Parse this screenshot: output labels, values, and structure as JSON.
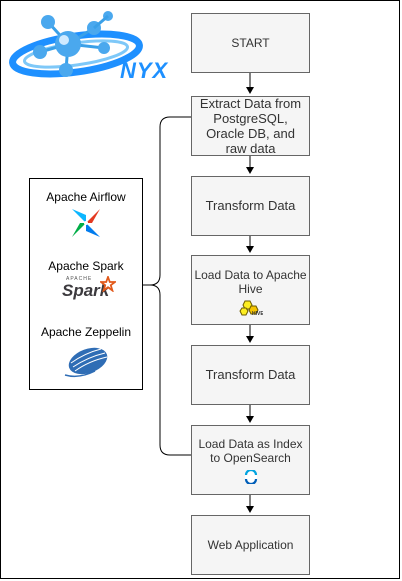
{
  "logo": {
    "text": "NYX"
  },
  "flow": {
    "steps": [
      {
        "label": "START"
      },
      {
        "label": "Extract Data from PostgreSQL, Oracle DB, and raw data"
      },
      {
        "label": "Transform Data"
      },
      {
        "label": "Load Data to Apache Hive",
        "icon": "hive-icon"
      },
      {
        "label": "Transform Data"
      },
      {
        "label": "Load Data as Index to OpenSearch",
        "icon": "opensearch-icon"
      },
      {
        "label": "Web Application"
      }
    ]
  },
  "tools": {
    "items": [
      {
        "label": "Apache Airflow",
        "icon": "airflow-icon"
      },
      {
        "label": "Apache Spark",
        "icon": "spark-icon"
      },
      {
        "label": "Apache Zeppelin",
        "icon": "zeppelin-icon"
      }
    ],
    "spark_wordmark": "Spark",
    "spark_small": "APACHE"
  },
  "colors": {
    "box_fill": "#f5f5f5",
    "box_stroke": "#666666",
    "text": "#333333",
    "logo_blue": "#1e90ff",
    "spark_orange": "#e25a1c",
    "zeppelin_blue": "#2f6db5"
  }
}
